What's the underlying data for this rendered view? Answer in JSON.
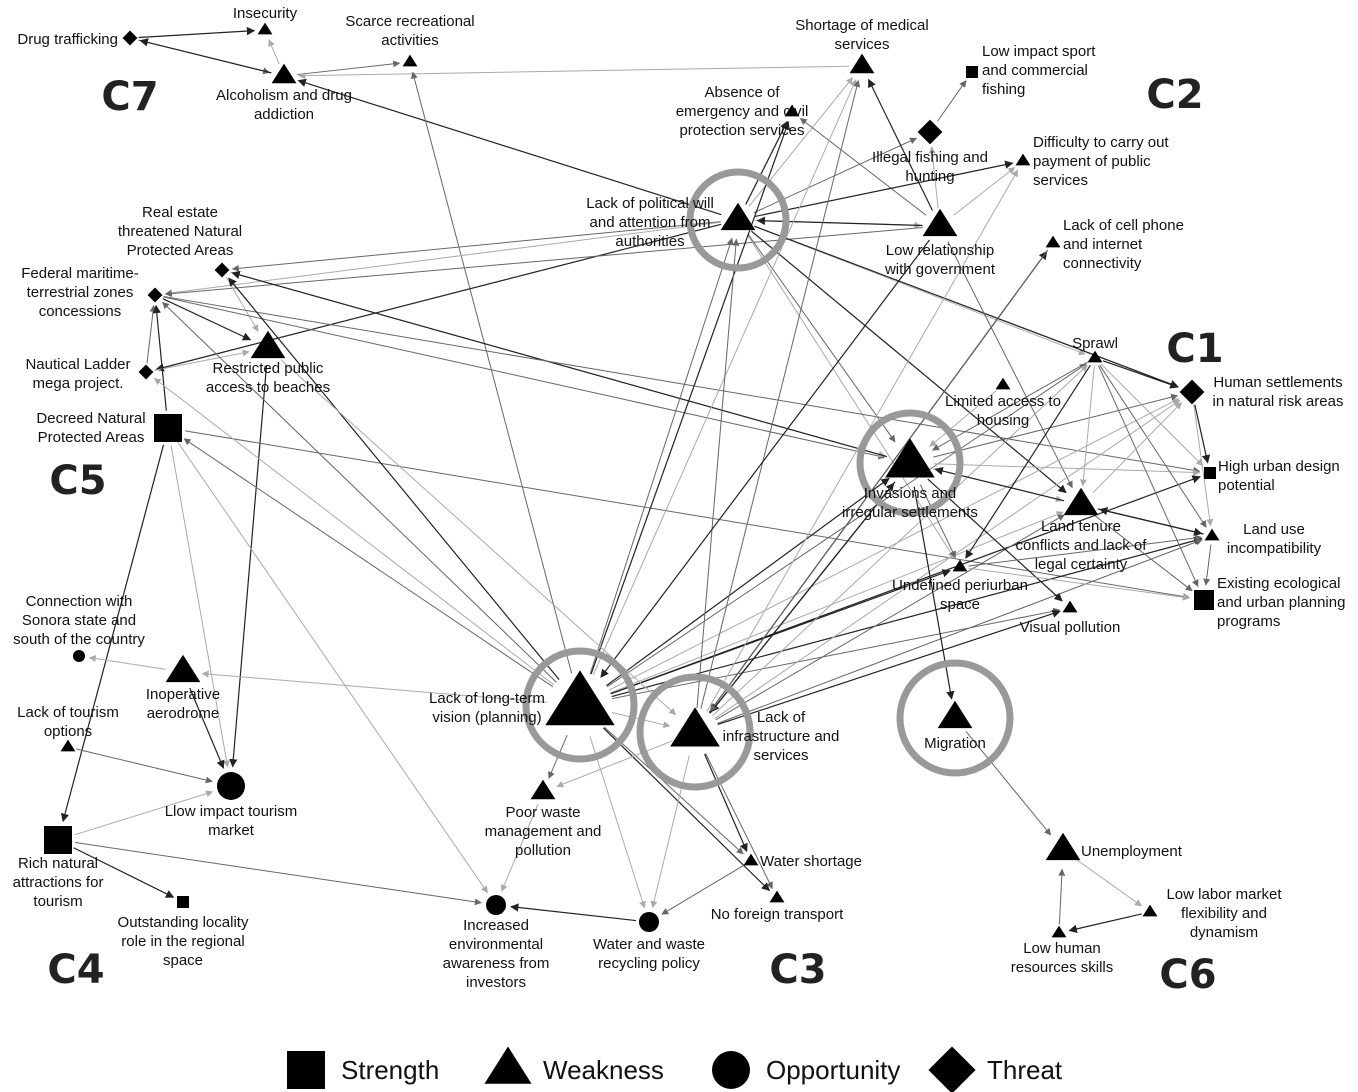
{
  "nodes": [
    {
      "id": "drug_trafficking",
      "type": "threat",
      "size": "small",
      "label": [
        "Drug trafficking"
      ]
    },
    {
      "id": "insecurity",
      "type": "weakness",
      "size": "small",
      "label": [
        "Insecurity"
      ]
    },
    {
      "id": "scarce_recreational",
      "type": "weakness",
      "size": "small",
      "label": [
        "Scarce recreational",
        "activities"
      ]
    },
    {
      "id": "alcoholism",
      "type": "weakness",
      "size": "medium",
      "label": [
        "Alcoholism and drug",
        "addiction"
      ]
    },
    {
      "id": "shortage_medical",
      "type": "weakness",
      "size": "medium",
      "label": [
        "Shortage of medical",
        "services"
      ]
    },
    {
      "id": "low_impact_fishing",
      "type": "strength",
      "size": "small",
      "label": [
        "Low impact sport",
        "and commercial",
        "fishing"
      ]
    },
    {
      "id": "absence_emergency",
      "type": "weakness",
      "size": "small",
      "label": [
        "Absence of",
        "emergency and civil",
        "protection services"
      ]
    },
    {
      "id": "illegal_fishing",
      "type": "threat",
      "size": "medium",
      "label": [
        "Illegal fishing and",
        "hunting"
      ]
    },
    {
      "id": "difficulty_payment",
      "type": "weakness",
      "size": "small",
      "label": [
        "Difficulty to carry out",
        "payment of public",
        "services"
      ]
    },
    {
      "id": "lack_political_will",
      "type": "weakness",
      "size": "large",
      "label": [
        "Lack of political will",
        "and attention from",
        "authorities"
      ]
    },
    {
      "id": "low_relationship",
      "type": "weakness",
      "size": "large",
      "label": [
        "Low relationship",
        "with government"
      ]
    },
    {
      "id": "lack_cell_phone",
      "type": "weakness",
      "size": "small",
      "label": [
        "Lack of cell phone",
        "and internet",
        "connectivity"
      ]
    },
    {
      "id": "real_estate",
      "type": "threat",
      "size": "small",
      "label": [
        "Real estate",
        "threatened Natural",
        "Protected Areas"
      ]
    },
    {
      "id": "federal_maritime",
      "type": "threat",
      "size": "small",
      "label": [
        "Federal maritime-",
        "terrestrial zones",
        "concessions"
      ]
    },
    {
      "id": "restricted_access",
      "type": "weakness",
      "size": "large",
      "label": [
        "Restricted public",
        "access to beaches"
      ]
    },
    {
      "id": "nautical_ladder",
      "type": "threat",
      "size": "small",
      "label": [
        "Nautical Ladder",
        "mega project."
      ]
    },
    {
      "id": "decreed_npa",
      "type": "strength",
      "size": "large",
      "label": [
        "Decreed Natural",
        "Protected Areas"
      ]
    },
    {
      "id": "sprawl",
      "type": "weakness",
      "size": "small",
      "label": [
        "Sprawl"
      ]
    },
    {
      "id": "human_settlements_risk",
      "type": "threat",
      "size": "medium",
      "label": [
        "Human settlements",
        "in natural risk areas"
      ]
    },
    {
      "id": "limited_housing",
      "type": "weakness",
      "size": "small",
      "label": [
        "Limited access to",
        "housing"
      ]
    },
    {
      "id": "invasions",
      "type": "weakness",
      "size": "xlarge",
      "label": [
        "Invasions and",
        "irregular settlements"
      ]
    },
    {
      "id": "high_urban_design",
      "type": "strength",
      "size": "small",
      "label": [
        "High urban design",
        "potential"
      ]
    },
    {
      "id": "land_tenure",
      "type": "weakness",
      "size": "large",
      "label": [
        "Land tenure",
        "conflicts and lack of",
        "legal certainty"
      ]
    },
    {
      "id": "land_use",
      "type": "weakness",
      "size": "small",
      "label": [
        "Land use",
        "incompatibility"
      ]
    },
    {
      "id": "undefined_periurban",
      "type": "weakness",
      "size": "small",
      "label": [
        "Undefined periurban",
        "space"
      ]
    },
    {
      "id": "existing_programs",
      "type": "strength",
      "size": "medium",
      "label": [
        "Existing ecological",
        "and urban planning",
        "programs"
      ]
    },
    {
      "id": "visual_pollution",
      "type": "weakness",
      "size": "small",
      "label": [
        "Visual pollution"
      ]
    },
    {
      "id": "connection_sonora",
      "type": "opportunity",
      "size": "small",
      "label": [
        "Connection with",
        "Sonora state and",
        "south of the country"
      ]
    },
    {
      "id": "inoperative_aerodrome",
      "type": "weakness",
      "size": "large",
      "label": [
        "Inoperative",
        "aerodrome"
      ]
    },
    {
      "id": "lack_tourism",
      "type": "weakness",
      "size": "small",
      "label": [
        "Lack of tourism",
        "options"
      ]
    },
    {
      "id": "lack_long_term",
      "type": "weakness",
      "size": "xxlarge",
      "label": [
        "Lack of long-term",
        "vision (planning)"
      ]
    },
    {
      "id": "lack_infrastructure",
      "type": "weakness",
      "size": "xlarge",
      "label": [
        "Lack of",
        "infrastructure and",
        "services"
      ]
    },
    {
      "id": "migration",
      "type": "weakness",
      "size": "large",
      "label": [
        "Migration"
      ]
    },
    {
      "id": "low_impact_tourism",
      "type": "opportunity",
      "size": "large",
      "label": [
        "Llow impact tourism",
        "market"
      ]
    },
    {
      "id": "rich_natural",
      "type": "strength",
      "size": "large",
      "label": [
        "Rich natural",
        "attractions for",
        "tourism"
      ]
    },
    {
      "id": "poor_waste",
      "type": "weakness",
      "size": "medium",
      "label": [
        "Poor waste",
        "management and",
        "pollution"
      ]
    },
    {
      "id": "water_shortage",
      "type": "weakness",
      "size": "small",
      "label": [
        "Water shortage"
      ]
    },
    {
      "id": "no_foreign_transport",
      "type": "weakness",
      "size": "small",
      "label": [
        "No foreign transport"
      ]
    },
    {
      "id": "unemployment",
      "type": "weakness",
      "size": "large",
      "label": [
        "Unemployment"
      ]
    },
    {
      "id": "outstanding_locality",
      "type": "strength",
      "size": "small",
      "label": [
        "Outstanding locality",
        "role in the regional",
        "space"
      ]
    },
    {
      "id": "increased_awareness",
      "type": "opportunity",
      "size": "medium",
      "label": [
        "Increased",
        "environmental",
        "awareness from",
        "investors"
      ]
    },
    {
      "id": "water_waste_policy",
      "type": "opportunity",
      "size": "medium",
      "label": [
        "Water and waste",
        "recycling policy"
      ]
    },
    {
      "id": "low_labor",
      "type": "weakness",
      "size": "small",
      "label": [
        "Low labor market",
        "flexibility and",
        "dynamism"
      ]
    },
    {
      "id": "low_human_resources",
      "type": "weakness",
      "size": "small",
      "label": [
        "Low human",
        "resources skills"
      ]
    }
  ],
  "highlighted_nodes": [
    "lack_political_will",
    "invasions",
    "lack_long_term",
    "lack_infrastructure",
    "migration"
  ],
  "clusters": [
    "C1",
    "C2",
    "C3",
    "C4",
    "C5",
    "C6",
    "C7"
  ],
  "legend": [
    {
      "shape": "square",
      "label": "Strength"
    },
    {
      "shape": "triangle",
      "label": "Weakness"
    },
    {
      "shape": "circle",
      "label": "Opportunity"
    },
    {
      "shape": "diamond",
      "label": "Threat"
    }
  ],
  "edges": [
    [
      "drug_trafficking",
      "insecurity"
    ],
    [
      "drug_trafficking",
      "alcoholism"
    ],
    [
      "alcoholism",
      "insecurity"
    ],
    [
      "alcoholism",
      "drug_trafficking"
    ],
    [
      "alcoholism",
      "scarce_recreational"
    ],
    [
      "shortage_medical",
      "alcoholism"
    ],
    [
      "lack_political_will",
      "alcoholism"
    ],
    [
      "lack_long_term",
      "scarce_recreational"
    ],
    [
      "lack_political_will",
      "shortage_medical"
    ],
    [
      "lack_political_will",
      "absence_emergency"
    ],
    [
      "lack_political_will",
      "illegal_fishing"
    ],
    [
      "lack_political_will",
      "low_relationship"
    ],
    [
      "low_relationship",
      "lack_political_will"
    ],
    [
      "illegal_fishing",
      "low_impact_fishing"
    ],
    [
      "low_relationship",
      "difficulty_payment"
    ],
    [
      "low_relationship",
      "shortage_medical"
    ],
    [
      "low_relationship",
      "absence_emergency"
    ],
    [
      "low_relationship",
      "illegal_fishing"
    ],
    [
      "lack_political_will",
      "difficulty_payment"
    ],
    [
      "lack_political_will",
      "real_estate"
    ],
    [
      "lack_political_will",
      "federal_maritime"
    ],
    [
      "lack_political_will",
      "nautical_ladder"
    ],
    [
      "low_relationship",
      "federal_maritime"
    ],
    [
      "lack_political_will",
      "sprawl"
    ],
    [
      "lack_political_will",
      "land_tenure"
    ],
    [
      "lack_political_will",
      "invasions"
    ],
    [
      "lack_political_will",
      "undefined_periurban"
    ],
    [
      "lack_political_will",
      "human_settlements_risk"
    ],
    [
      "low_relationship",
      "land_tenure"
    ],
    [
      "real_estate",
      "restricted_access"
    ],
    [
      "federal_maritime",
      "restricted_access"
    ],
    [
      "nautical_ladder",
      "federal_maritime"
    ],
    [
      "nautical_ladder",
      "restricted_access"
    ],
    [
      "restricted_access",
      "low_impact_tourism"
    ],
    [
      "federal_maritime",
      "invasions"
    ],
    [
      "real_estate",
      "invasions"
    ],
    [
      "invasions",
      "real_estate"
    ],
    [
      "federal_maritime",
      "high_urban_design"
    ],
    [
      "decreed_npa",
      "low_impact_tourism"
    ],
    [
      "decreed_npa",
      "rich_natural"
    ],
    [
      "decreed_npa",
      "existing_programs"
    ],
    [
      "decreed_npa",
      "increased_awareness"
    ],
    [
      "decreed_npa",
      "federal_maritime"
    ],
    [
      "lack_long_term",
      "decreed_npa"
    ],
    [
      "lack_long_term",
      "nautical_ladder"
    ],
    [
      "lack_long_term",
      "real_estate"
    ],
    [
      "lack_long_term",
      "federal_maritime"
    ],
    [
      "lack_long_term",
      "shortage_medical"
    ],
    [
      "lack_long_term",
      "absence_emergency"
    ],
    [
      "lack_long_term",
      "lack_political_will"
    ],
    [
      "lack_long_term",
      "lack_infrastructure"
    ],
    [
      "lack_long_term",
      "invasions"
    ],
    [
      "lack_long_term",
      "sprawl"
    ],
    [
      "lack_long_term",
      "land_tenure"
    ],
    [
      "lack_long_term",
      "undefined_periurban"
    ],
    [
      "lack_long_term",
      "visual_pollution"
    ],
    [
      "lack_long_term",
      "human_settlements_risk"
    ],
    [
      "lack_long_term",
      "land_use"
    ],
    [
      "lack_long_term",
      "poor_waste"
    ],
    [
      "lack_long_term",
      "water_waste_policy"
    ],
    [
      "lack_long_term",
      "no_foreign_transport"
    ],
    [
      "lack_long_term",
      "water_shortage"
    ],
    [
      "lack_long_term",
      "inoperative_aerodrome"
    ],
    [
      "lack_long_term",
      "high_urban_design"
    ],
    [
      "lack_infrastructure",
      "shortage_medical"
    ],
    [
      "lack_infrastructure",
      "difficulty_payment"
    ],
    [
      "lack_infrastructure",
      "lack_cell_phone"
    ],
    [
      "lack_infrastructure",
      "lack_political_will"
    ],
    [
      "lack_infrastructure",
      "poor_waste"
    ],
    [
      "lack_infrastructure",
      "water_shortage"
    ],
    [
      "lack_infrastructure",
      "no_foreign_transport"
    ],
    [
      "lack_infrastructure",
      "water_waste_policy"
    ],
    [
      "lack_infrastructure",
      "invasions"
    ],
    [
      "lack_infrastructure",
      "land_tenure"
    ],
    [
      "lack_infrastructure",
      "human_settlements_risk"
    ],
    [
      "lack_infrastructure",
      "visual_pollution"
    ],
    [
      "lack_infrastructure",
      "land_use"
    ],
    [
      "lack_infrastructure",
      "sprawl"
    ],
    [
      "invasions",
      "lack_infrastructure"
    ],
    [
      "invasions",
      "undefined_periurban"
    ],
    [
      "invasions",
      "land_tenure"
    ],
    [
      "invasions",
      "visual_pollution"
    ],
    [
      "invasions",
      "human_settlements_risk"
    ],
    [
      "invasions",
      "high_urban_design"
    ],
    [
      "land_tenure",
      "invasions"
    ],
    [
      "sprawl",
      "invasions"
    ],
    [
      "sprawl",
      "land_tenure"
    ],
    [
      "sprawl",
      "human_settlements_risk"
    ],
    [
      "sprawl",
      "land_use"
    ],
    [
      "sprawl",
      "high_urban_design"
    ],
    [
      "sprawl",
      "undefined_periurban"
    ],
    [
      "sprawl",
      "existing_programs"
    ],
    [
      "limited_housing",
      "invasions"
    ],
    [
      "land_tenure",
      "land_use"
    ],
    [
      "land_tenure",
      "existing_programs"
    ],
    [
      "land_tenure",
      "human_settlements_risk"
    ],
    [
      "land_use",
      "land_tenure"
    ],
    [
      "land_use",
      "existing_programs"
    ],
    [
      "human_settlements_risk",
      "land_use"
    ],
    [
      "human_settlements_risk",
      "high_urban_design"
    ],
    [
      "undefined_periurban",
      "land_use"
    ],
    [
      "undefined_periurban",
      "existing_programs"
    ],
    [
      "invasions",
      "migration"
    ],
    [
      "migration",
      "unemployment"
    ],
    [
      "unemployment",
      "low_labor"
    ],
    [
      "low_labor",
      "low_human_resources"
    ],
    [
      "low_human_resources",
      "unemployment"
    ],
    [
      "inoperative_aerodrome",
      "connection_sonora"
    ],
    [
      "inoperative_aerodrome",
      "low_impact_tourism"
    ],
    [
      "lack_tourism",
      "low_impact_tourism"
    ],
    [
      "rich_natural",
      "low_impact_tourism"
    ],
    [
      "rich_natural",
      "outstanding_locality"
    ],
    [
      "rich_natural",
      "increased_awareness"
    ],
    [
      "poor_waste",
      "increased_awareness"
    ],
    [
      "water_waste_policy",
      "increased_awareness"
    ],
    [
      "water_shortage",
      "water_waste_policy"
    ],
    [
      "restricted_access",
      "lack_infrastructure"
    ],
    [
      "low_relationship",
      "lack_long_term"
    ],
    [
      "lack_cell_phone",
      "lack_infrastructure"
    ]
  ]
}
